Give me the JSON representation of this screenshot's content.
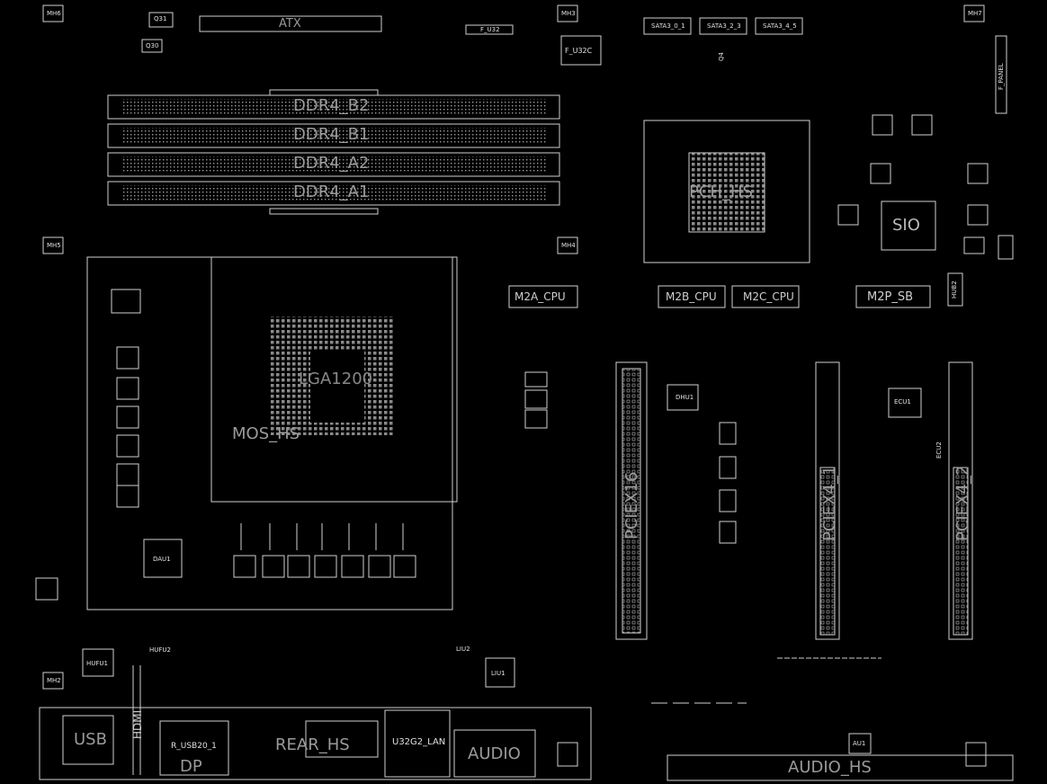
{
  "colors": {
    "background": "#000000",
    "outline": "#d0d0d0",
    "label": "#9a9a9a"
  },
  "labels": {
    "atx": "ATX",
    "ddr_b2": "DDR4_B2",
    "ddr_b1": "DDR4_B1",
    "ddr_a2": "DDR4_A2",
    "ddr_a1": "DDR4_A1",
    "pch_hs": "PCH_HS",
    "sio": "SIO",
    "m2a": "M2A_CPU",
    "m2b": "M2B_CPU",
    "m2c": "M2C_CPU",
    "m2p": "M2P_SB",
    "lga": "LGA1200",
    "mos_hs": "MOS_HS",
    "pciex16": "PCIEX16",
    "pciex4_1": "PCIEX4_1",
    "pciex4_2": "PCIEX4_2",
    "usb": "USB",
    "dp": "DP",
    "r_usb20": "R_USB20_1",
    "rear_hs": "REAR_HS",
    "u32g2_lan": "U32G2_LAN",
    "audio": "AUDIO",
    "audio_hs": "AUDIO_HS",
    "hdmi": "HDMI",
    "f_u32c": "F_U32C",
    "f_panel": "F_PANEL",
    "sata1": "SATA3_0_1",
    "sata2": "SATA3_2_3",
    "sata3": "SATA3_4_5",
    "f_u32": "F_U32",
    "ecu1": "ECU1",
    "ecu2": "ECU2",
    "hub2": "HUB2",
    "dau1": "DAU1",
    "dhu1": "DHU1",
    "liu1": "LIU1",
    "liu2": "LIU2",
    "hufu1": "HUFU1",
    "hufu2": "HUFU2",
    "auu1": "AU1",
    "q31": "Q31",
    "q30": "Q30",
    "q4": "Q4",
    "mh6": "MH6",
    "mh3": "MH3",
    "mh7": "MH7",
    "mh5": "MH5",
    "mh4": "MH4",
    "mh2": "MH2"
  }
}
